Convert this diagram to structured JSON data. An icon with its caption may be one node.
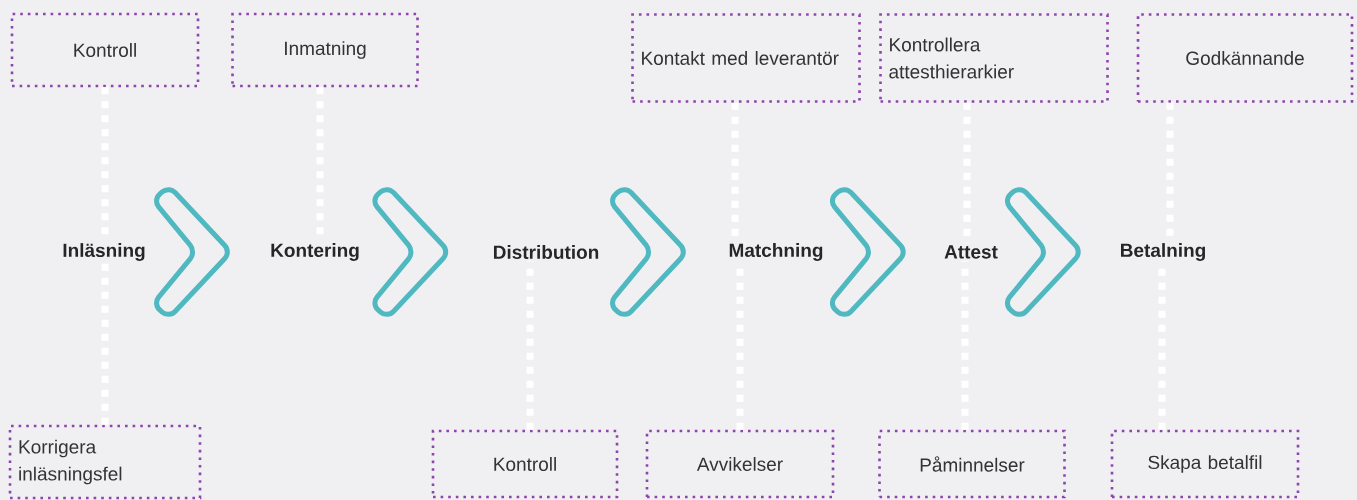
{
  "diagram": {
    "nodes": [
      {
        "text": [
          "Kontroll"
        ]
      },
      {
        "text": [
          "Inmatning"
        ]
      },
      {
        "text": [
          "Kontakt med leverantör"
        ]
      },
      {
        "text": [
          "Kontrollera attesthierarkier"
        ]
      },
      {
        "text": [
          "Godkännande"
        ]
      },
      {
        "text": [
          "Inläsning"
        ]
      },
      {
        "text": [
          "Kontering"
        ]
      },
      {
        "text": [
          "Distribution"
        ]
      },
      {
        "text": [
          "Matchning"
        ]
      },
      {
        "text": [
          "Attest"
        ]
      },
      {
        "text": [
          "Betalning"
        ]
      },
      {
        "text": [
          "Korrigera inläsningsfel"
        ]
      },
      {
        "text": [
          "Kontroll"
        ]
      },
      {
        "text": [
          "Avvikelser"
        ]
      },
      {
        "text": [
          "Påminnelser"
        ]
      },
      {
        "text": [
          "Skapa betalfil"
        ]
      }
    ],
    "edges": [
      {
        "from": 5,
        "to": 6,
        "arrow": "to",
        "style": "thick",
        "color": "#4fb8c0"
      },
      {
        "from": 6,
        "to": 7,
        "arrow": "to",
        "style": "thick",
        "color": "#4fb8c0"
      },
      {
        "from": 7,
        "to": 8,
        "arrow": "to",
        "style": "thick",
        "color": "#4fb8c0"
      },
      {
        "from": 8,
        "to": 9,
        "arrow": "to",
        "style": "thick",
        "color": "#4fb8c0"
      },
      {
        "from": 9,
        "to": 10,
        "arrow": "to",
        "style": "thick",
        "color": "#4fb8c0"
      },
      {
        "from": 0,
        "to": 5,
        "arrow": "none",
        "style": "dashed"
      },
      {
        "from": 1,
        "to": 6,
        "arrow": "none",
        "style": "dashed"
      },
      {
        "from": 2,
        "to": 8,
        "arrow": "none",
        "style": "dashed"
      },
      {
        "from": 3,
        "to": 9,
        "arrow": "none",
        "style": "dashed"
      },
      {
        "from": 4,
        "to": 10,
        "arrow": "none",
        "style": "dashed"
      },
      {
        "from": 11,
        "to": 5,
        "arrow": "none",
        "style": "dashed"
      },
      {
        "from": 12,
        "to": 7,
        "arrow": "none",
        "style": "dashed"
      },
      {
        "from": 13,
        "to": 8,
        "arrow": "none",
        "style": "dashed"
      },
      {
        "from": 14,
        "to": 9,
        "arrow": "none",
        "style": "dashed"
      },
      {
        "from": 15,
        "to": 10,
        "arrow": "none",
        "style": "dashed"
      }
    ]
  }
}
